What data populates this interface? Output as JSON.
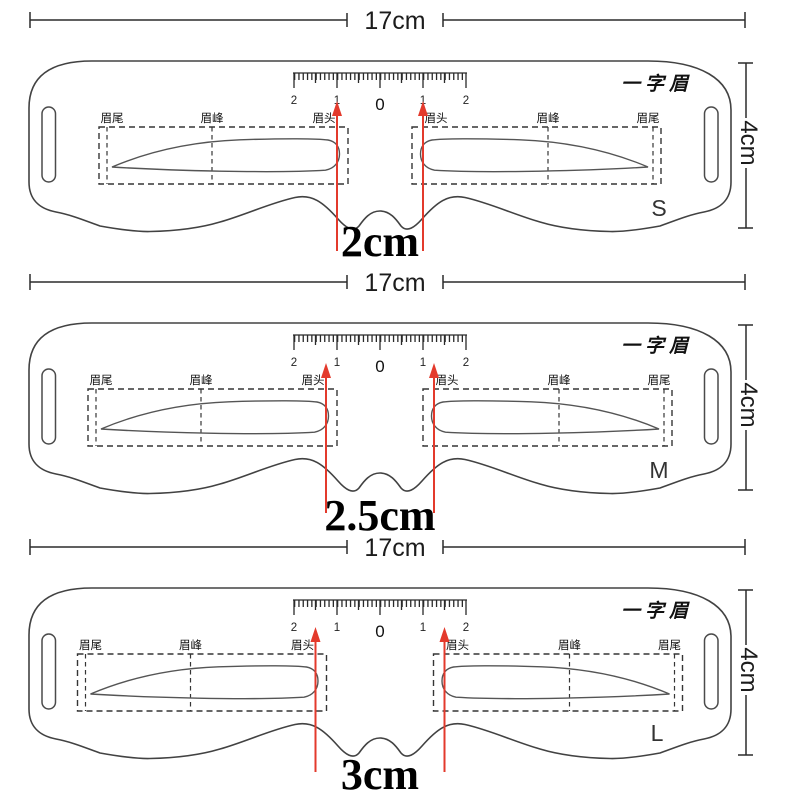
{
  "title": "Eyebrow stencil size diagram",
  "colors": {
    "arrow": "#e33a2c",
    "outline": "#424242",
    "text": "#1c1c1c"
  },
  "shared": {
    "width_label": "17cm",
    "height_label": "4cm",
    "style_label": "一字眉",
    "ruler_ticks": [
      "2",
      "1",
      "0",
      "1",
      "2"
    ],
    "brow_labels_left": [
      "眉尾",
      "眉峰",
      "眉头"
    ],
    "brow_labels_right": [
      "眉头",
      "眉峰",
      "眉尾"
    ]
  },
  "stencils": [
    {
      "size_label": "S",
      "gap_label": "2cm",
      "gap_cm": 2,
      "width_cm": 17,
      "height_cm": 4
    },
    {
      "size_label": "M",
      "gap_label": "2.5cm",
      "gap_cm": 2.5,
      "width_cm": 17,
      "height_cm": 4
    },
    {
      "size_label": "L",
      "gap_label": "3cm",
      "gap_cm": 3,
      "width_cm": 17,
      "height_cm": 4
    }
  ]
}
